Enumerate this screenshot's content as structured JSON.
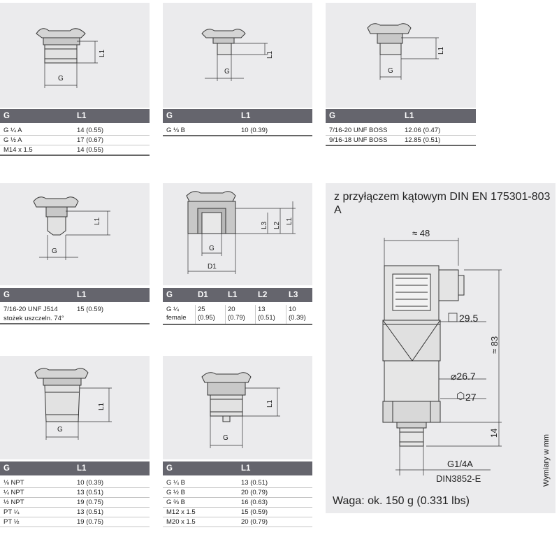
{
  "tables": {
    "t1": {
      "headers": [
        "G",
        "L1"
      ],
      "rows": [
        [
          "G ¼ A",
          "14 (0.55)"
        ],
        [
          "G ½ A",
          "17 (0.67)"
        ],
        [
          "M14 x 1.5",
          "14 (0.55)"
        ]
      ]
    },
    "t2": {
      "headers": [
        "G",
        "L1"
      ],
      "rows": [
        [
          "G ⅛ B",
          "10 (0.39)"
        ]
      ]
    },
    "t3": {
      "headers": [
        "G",
        "L1"
      ],
      "rows": [
        [
          "7/16-20 UNF BOSS",
          "12.06 (0.47)"
        ],
        [
          "9/16-18 UNF BOSS",
          "12.85 (0.51)"
        ]
      ]
    },
    "t4": {
      "headers": [
        "G",
        "L1"
      ],
      "rows": [
        [
          "7/16-20 UNF J514",
          "15 (0.59)"
        ],
        [
          "stożek uszczeln. 74°",
          ""
        ]
      ]
    },
    "t5": {
      "headers": [
        "G",
        "D1",
        "L1",
        "L2",
        "L3"
      ],
      "rows": [
        [
          "G ¼ female",
          "25 (0.95)",
          "20 (0.79)",
          "13 (0.51)",
          "10 (0.39)"
        ]
      ]
    },
    "t6": {
      "headers": [
        "G",
        "L1"
      ],
      "rows": [
        [
          "⅛ NPT",
          "10 (0.39)"
        ],
        [
          "¼ NPT",
          "13 (0.51)"
        ],
        [
          "½ NPT",
          "19 (0.75)"
        ],
        [
          "PT ¼",
          "13 (0.51)"
        ],
        [
          "PT ½",
          "19 (0.75)"
        ]
      ]
    },
    "t7": {
      "headers": [
        "G",
        "L1"
      ],
      "rows": [
        [
          "G ¼ B",
          "13 (0.51)"
        ],
        [
          "G ½ B",
          "20 (0.79)"
        ],
        [
          "G ⅜ B",
          "16 (0.63)"
        ],
        [
          "M12 x 1.5",
          "15 (0.59)"
        ],
        [
          "M20 x 1.5",
          "20 (0.79)"
        ]
      ]
    }
  },
  "drawing_labels": {
    "g": "G",
    "l1": "L1",
    "l2": "L2",
    "l3": "L3",
    "d1": "D1"
  },
  "angle_connector": {
    "title": "z przyłączem kątowym DIN EN 175301-803 A",
    "dim_width": "≈ 48",
    "dim_square": "29.5",
    "dim_diameter": "⌀26.7",
    "dim_hex": "27",
    "dim_height": "≈ 83",
    "dim_thread_len": "14",
    "thread_label": "G1/4A",
    "standard_label": "DIN3852-E",
    "weight": "Waga: ok. 150 g (0.331 lbs)",
    "units_note": "Wymiary w mm"
  }
}
